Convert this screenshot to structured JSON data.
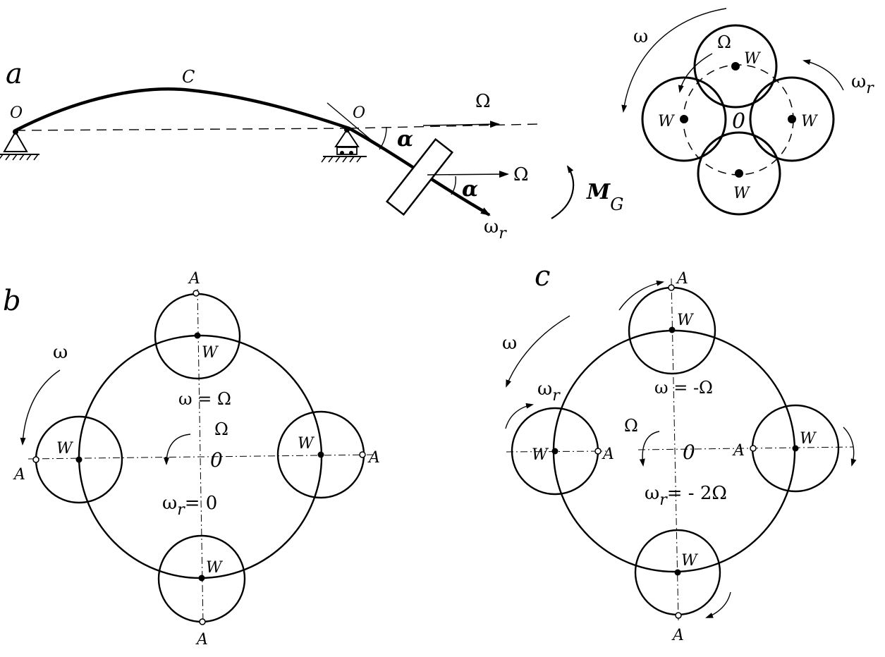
{
  "panel_a": {
    "panel_label": "a",
    "arc_label": "C",
    "support_left_label": "O",
    "support_right_label": "O",
    "omega_axis_label": "Ω",
    "omega_rotor_label": "Ω",
    "alpha1": "α",
    "alpha2": "α",
    "omega_r": "ω",
    "omega_r_sub": "r",
    "moment": "M",
    "moment_sub": "G"
  },
  "panel_top_right": {
    "omega": "ω",
    "Omega": "Ω",
    "omega_r": "ω",
    "omega_r_sub": "r",
    "center": "0",
    "w_top": "W",
    "w_left": "W",
    "w_right": "W",
    "w_bottom": "W"
  },
  "panel_b": {
    "panel_label": "b",
    "omega": "ω",
    "eq1": "ω = Ω",
    "Omega": "Ω",
    "center": "0",
    "eq2_omega": "ω",
    "eq2_sub": "r",
    "eq2_rest": "= 0",
    "w_top": "W",
    "w_left": "W",
    "w_right": "W",
    "w_bottom": "W",
    "a_top": "A",
    "a_left": "A",
    "a_right": "A",
    "a_bottom": "A"
  },
  "panel_c": {
    "panel_label": "c",
    "omega": "ω",
    "omega_r": "ω",
    "omega_r_sub": "r",
    "eq1": "ω = -Ω",
    "Omega": "Ω",
    "center": "0",
    "eq2_omega": "ω",
    "eq2_sub": "r",
    "eq2_rest": "= - 2Ω",
    "w_top": "W",
    "w_left": "W",
    "w_right": "W",
    "w_bottom": "W",
    "a_top": "A",
    "a_left": "A",
    "a_right": "A",
    "a_bottom": "A"
  }
}
